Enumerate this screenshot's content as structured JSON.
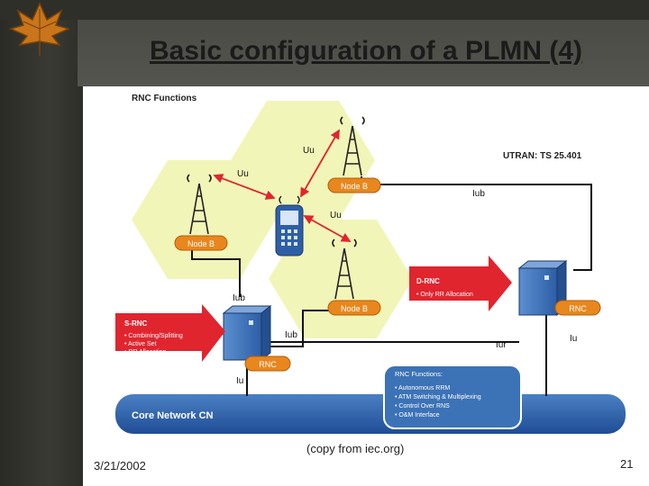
{
  "slide": {
    "title": "Basic configuration of a PLMN (4)",
    "date": "3/21/2002",
    "caption": "(copy from iec.org)",
    "page_number": "21"
  },
  "diagram": {
    "rnc_functions_header": "RNC Functions",
    "utran_label": "UTRAN: TS 25.401",
    "node_b_label": "Node B",
    "rnc_label": "RNC",
    "interfaces": {
      "uu": "Uu",
      "iub": "Iub",
      "iur": "Iur",
      "iu": "Iu"
    },
    "core_network": "Core Network CN",
    "s_rnc": {
      "title": "S-RNC",
      "items": [
        "• Combining/Splitting",
        "• Active Set",
        "• RR Allocation"
      ]
    },
    "d_rnc": {
      "title": "D-RNC",
      "items": [
        "• Only RR Allocation"
      ]
    },
    "rnc_box": {
      "title": "RNC Functions:",
      "items": [
        "• Autonomous RRM",
        "• ATM Switching & Multiplexing",
        "• Control Over RNS",
        "• O&M Interface"
      ]
    }
  },
  "colors": {
    "hexagon": "#f2f5b8",
    "node_badge": "#e8871e",
    "core_network": "#2c5da8",
    "arrow_red": "#e0252f",
    "rnc_box": "#3c72b6"
  }
}
